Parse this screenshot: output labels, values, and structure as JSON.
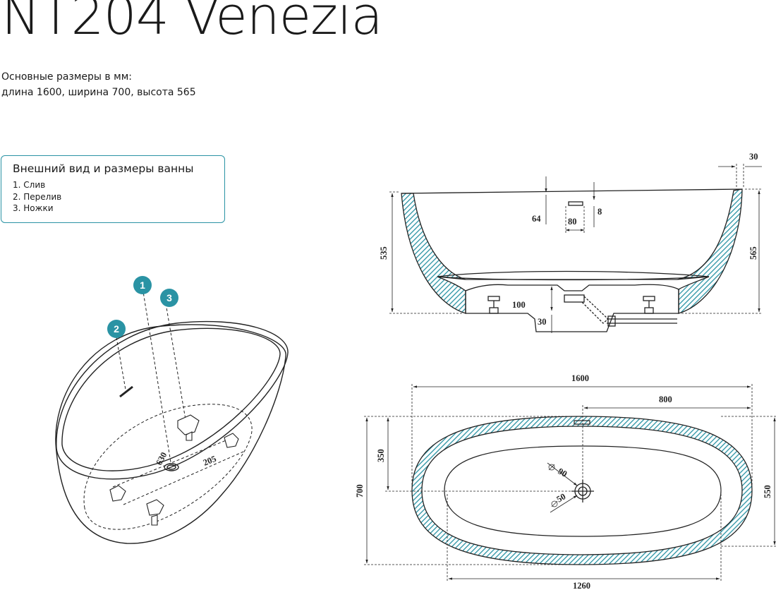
{
  "title": "NT204 Venezia",
  "subtitle": {
    "line1": "Основные размеры в мм:",
    "line2": "длина 1600, ширина 700, высота 565"
  },
  "legend": {
    "heading": "Внешний вид и размеры ванны",
    "items": [
      "1. Слив",
      "2. Перелив",
      "3. Ножки"
    ]
  },
  "markers": [
    "1",
    "2",
    "3"
  ],
  "colors": {
    "accent": "#2a93a4",
    "hatch": "#2a93a4",
    "line": "#222222"
  },
  "iso_view": {
    "dim_630": "630",
    "dim_205": "205"
  },
  "side_view": {
    "dim_30_top": "30",
    "dim_64": "64",
    "dim_8": "8",
    "dim_80": "80",
    "dim_535": "535",
    "dim_565": "565",
    "dim_100": "100",
    "dim_30_bottom": "30"
  },
  "top_view": {
    "dim_1600": "1600",
    "dim_800": "800",
    "dim_350": "350",
    "dim_700": "700",
    "dim_550": "550",
    "dim_1260": "1260",
    "dim_90": "90",
    "dim_50": "50"
  }
}
